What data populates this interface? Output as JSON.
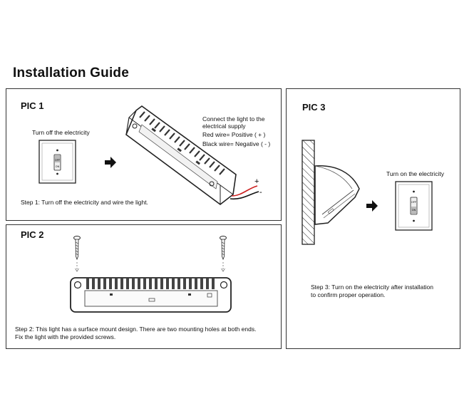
{
  "title": "Installation Guide",
  "pic1": {
    "title": "PIC 1",
    "turn_off": "Turn off the electricity",
    "connect_line1": "Connect the light to the",
    "connect_line2": "electrical supply",
    "red_wire": "Red wire= Positive ( + )",
    "black_wire": "Black wire= Negative ( - )",
    "plus": "+",
    "minus": "-",
    "step": "Step 1: Turn off the electricity and wire the light.",
    "switch_off": "OFF",
    "switch_on": "ON"
  },
  "pic2": {
    "title": "PIC 2",
    "step_line1": "Step 2: This light has a surface mount design. There are two mounting holes at both ends.",
    "step_line2": "Fix the light with the provided screws."
  },
  "pic3": {
    "title": "PIC 3",
    "turn_on": "Turn on the electricity",
    "step_line1": "Step 3: Turn on the electricity after installation",
    "step_line2": "to confirm proper operation.",
    "switch_off": "OFF",
    "switch_on": "ON"
  }
}
